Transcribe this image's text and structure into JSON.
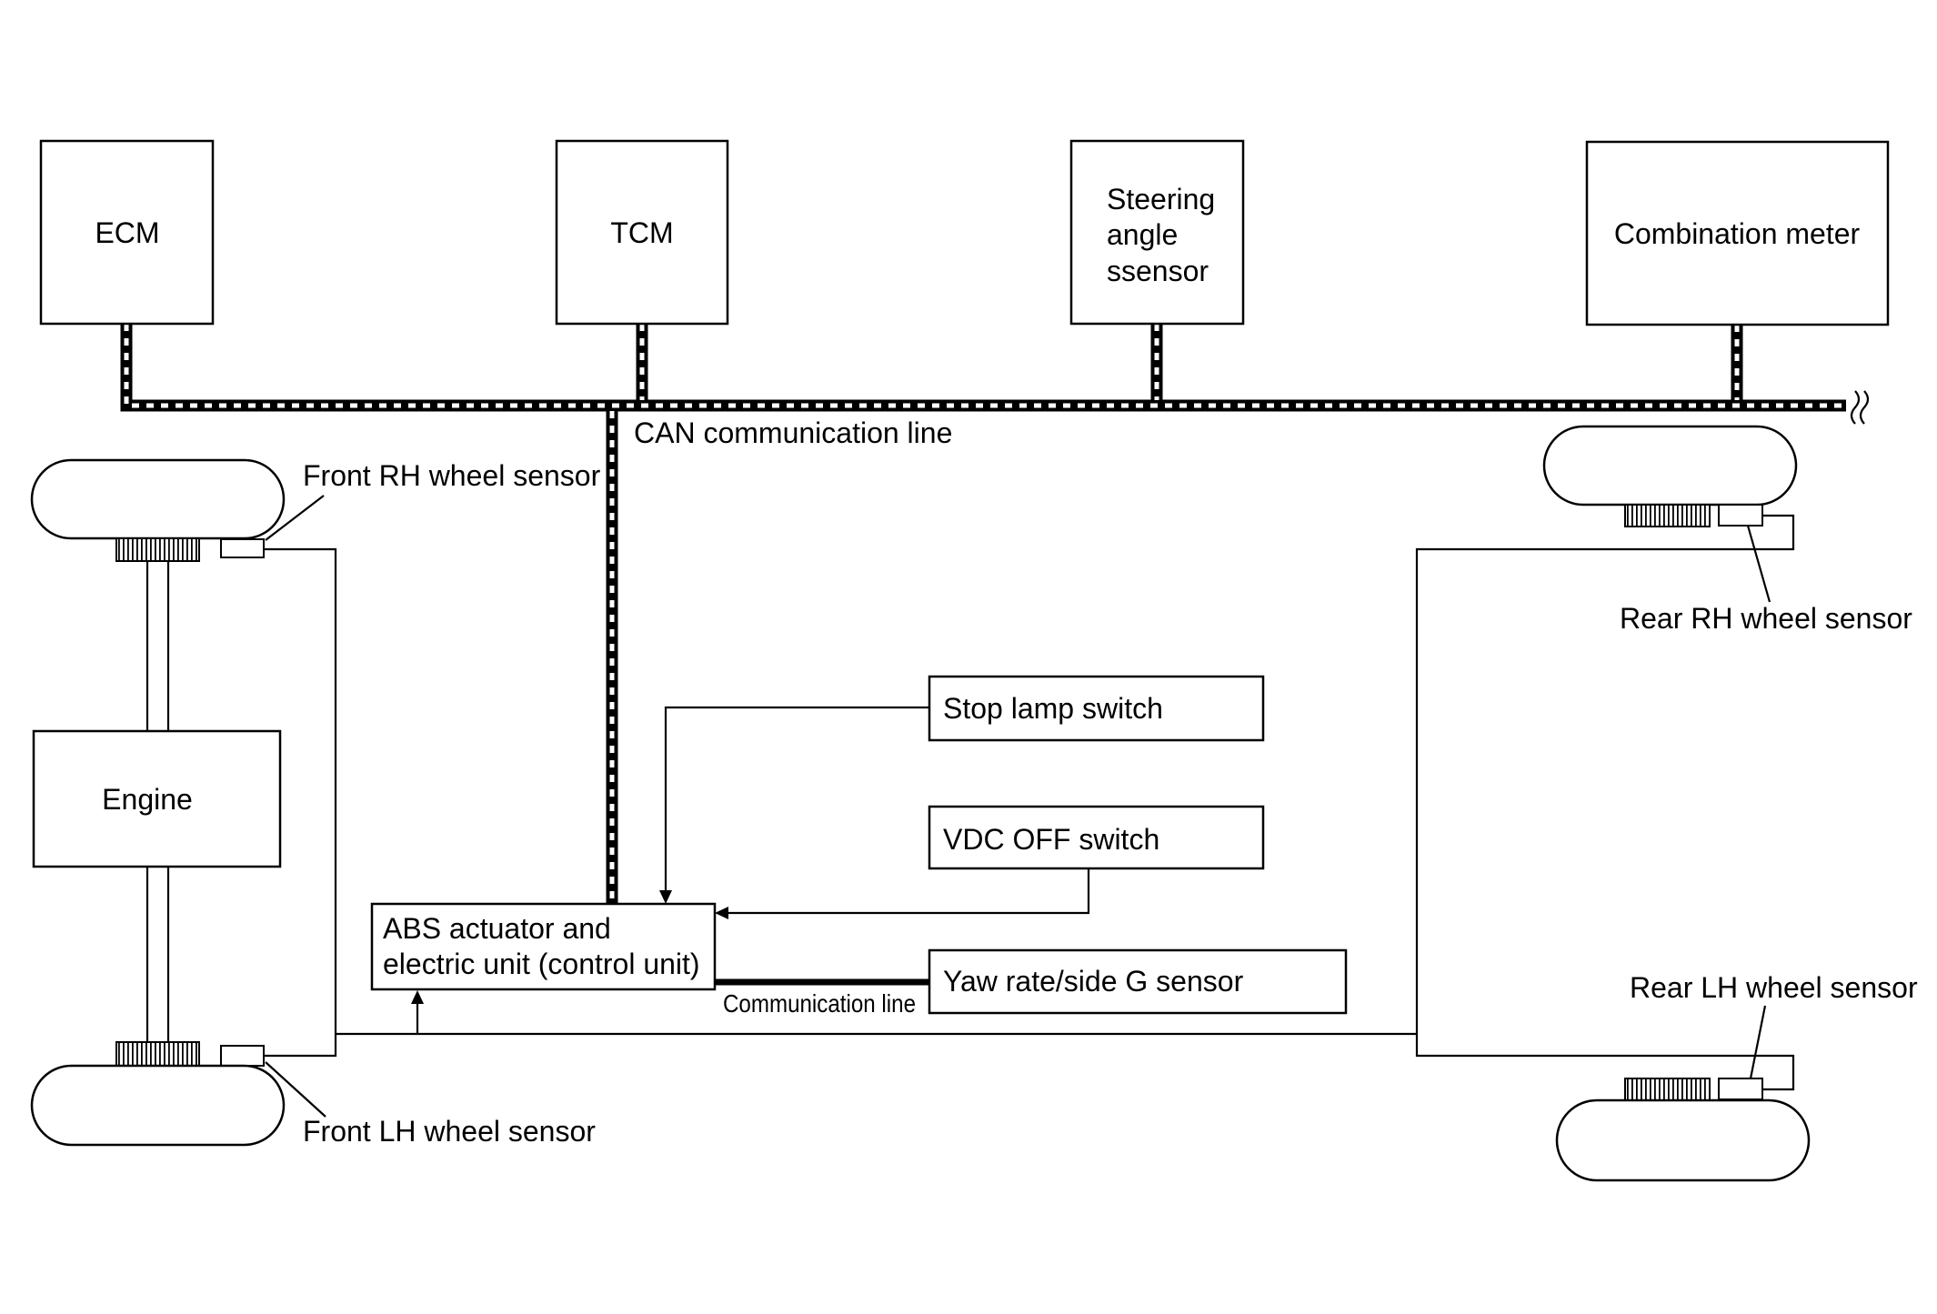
{
  "modules": {
    "ecm": "ECM",
    "tcm": "TCM",
    "steering_angle_sensor": [
      "Steering",
      "angle",
      "ssensor"
    ],
    "combination_meter": "Combination meter"
  },
  "can_line_label": "CAN communication line",
  "wheel_sensors": {
    "front_rh": "Front RH wheel sensor",
    "front_lh": "Front LH wheel sensor",
    "rear_rh": "Rear RH wheel sensor",
    "rear_lh": "Rear LH wheel sensor"
  },
  "engine": "Engine",
  "abs_unit": [
    "ABS actuator and",
    "electric unit (control unit)"
  ],
  "inputs": {
    "stop_lamp_switch": "Stop lamp switch",
    "vdc_off_switch": "VDC OFF switch",
    "yaw_rate_sensor": "Yaw rate/side G sensor"
  },
  "communication_line_label": "Communication line",
  "colors": {
    "line": "#000000",
    "background": "#ffffff"
  }
}
